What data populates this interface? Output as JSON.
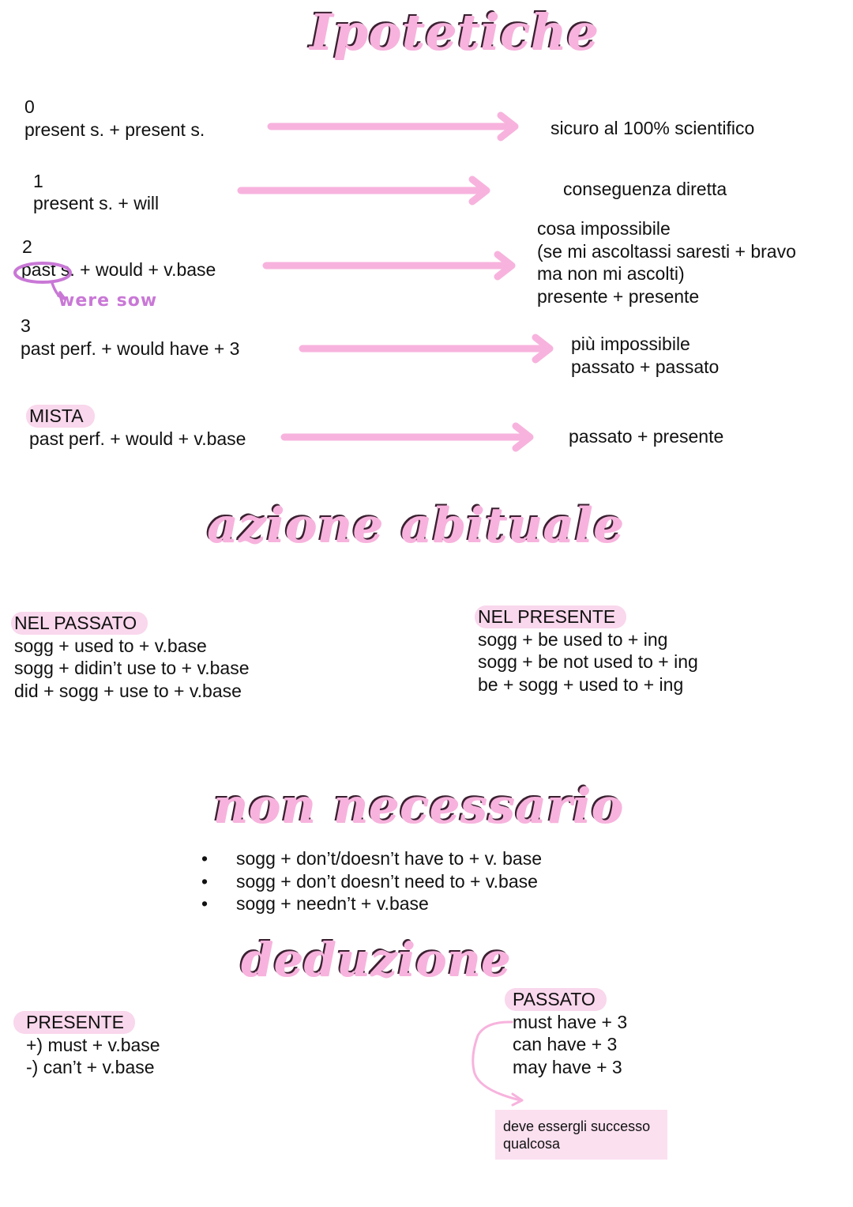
{
  "colors": {
    "accent_pink": "#f7b3dd",
    "highlight_pink": "#f9d7ec",
    "note_bg": "#fbe0f0",
    "handwriting_purple": "#c978d6",
    "text": "#111111"
  },
  "sections": {
    "ipotetiche": {
      "title": "Ipotetiche",
      "rows": [
        {
          "number": "0",
          "formula": "present s. + present s.",
          "result": [
            "sicuro al 100% scientifico"
          ]
        },
        {
          "number": "1",
          "formula": "present s. + will",
          "result": [
            "conseguenza diretta"
          ]
        },
        {
          "number": "2",
          "formula": "past s. + would + v.base",
          "result": [
            "cosa impossibile",
            "(se mi ascoltassi saresti + bravo",
            "ma non mi ascolti)",
            "presente + presente"
          ],
          "annotation": "were sow"
        },
        {
          "number": "3",
          "formula": "past perf. + would have + 3",
          "result": [
            "più impossibile",
            "passato + passato"
          ]
        },
        {
          "number": "MISTA",
          "formula": "past perf. + would + v.base",
          "result": [
            "passato + presente"
          ]
        }
      ]
    },
    "azione_abituale": {
      "title": "azione abituale",
      "past": {
        "heading": "NEL PASSATO",
        "lines": [
          "sogg + used to + v.base",
          "sogg + didin’t use to + v.base",
          "did + sogg + use to + v.base"
        ]
      },
      "present": {
        "heading": "NEL PRESENTE",
        "lines": [
          "sogg + be used to + ing",
          "sogg + be not used to + ing",
          "be + sogg + used to + ing"
        ]
      }
    },
    "non_necessario": {
      "title": "non necessario",
      "items": [
        "sogg + don’t/doesn’t have to + v. base",
        "sogg + don’t doesn’t need to + v.base",
        "sogg + needn’t + v.base"
      ]
    },
    "deduzione": {
      "title": "deduzione",
      "present": {
        "heading": "PRESENTE",
        "lines": [
          "+) must + v.base",
          "-) can’t + v.base"
        ]
      },
      "past": {
        "heading": "PASSATO",
        "lines": [
          "must have + 3",
          "can have + 3",
          "may have + 3"
        ]
      },
      "note": [
        "deve essergli successo",
        "qualcosa"
      ]
    }
  }
}
